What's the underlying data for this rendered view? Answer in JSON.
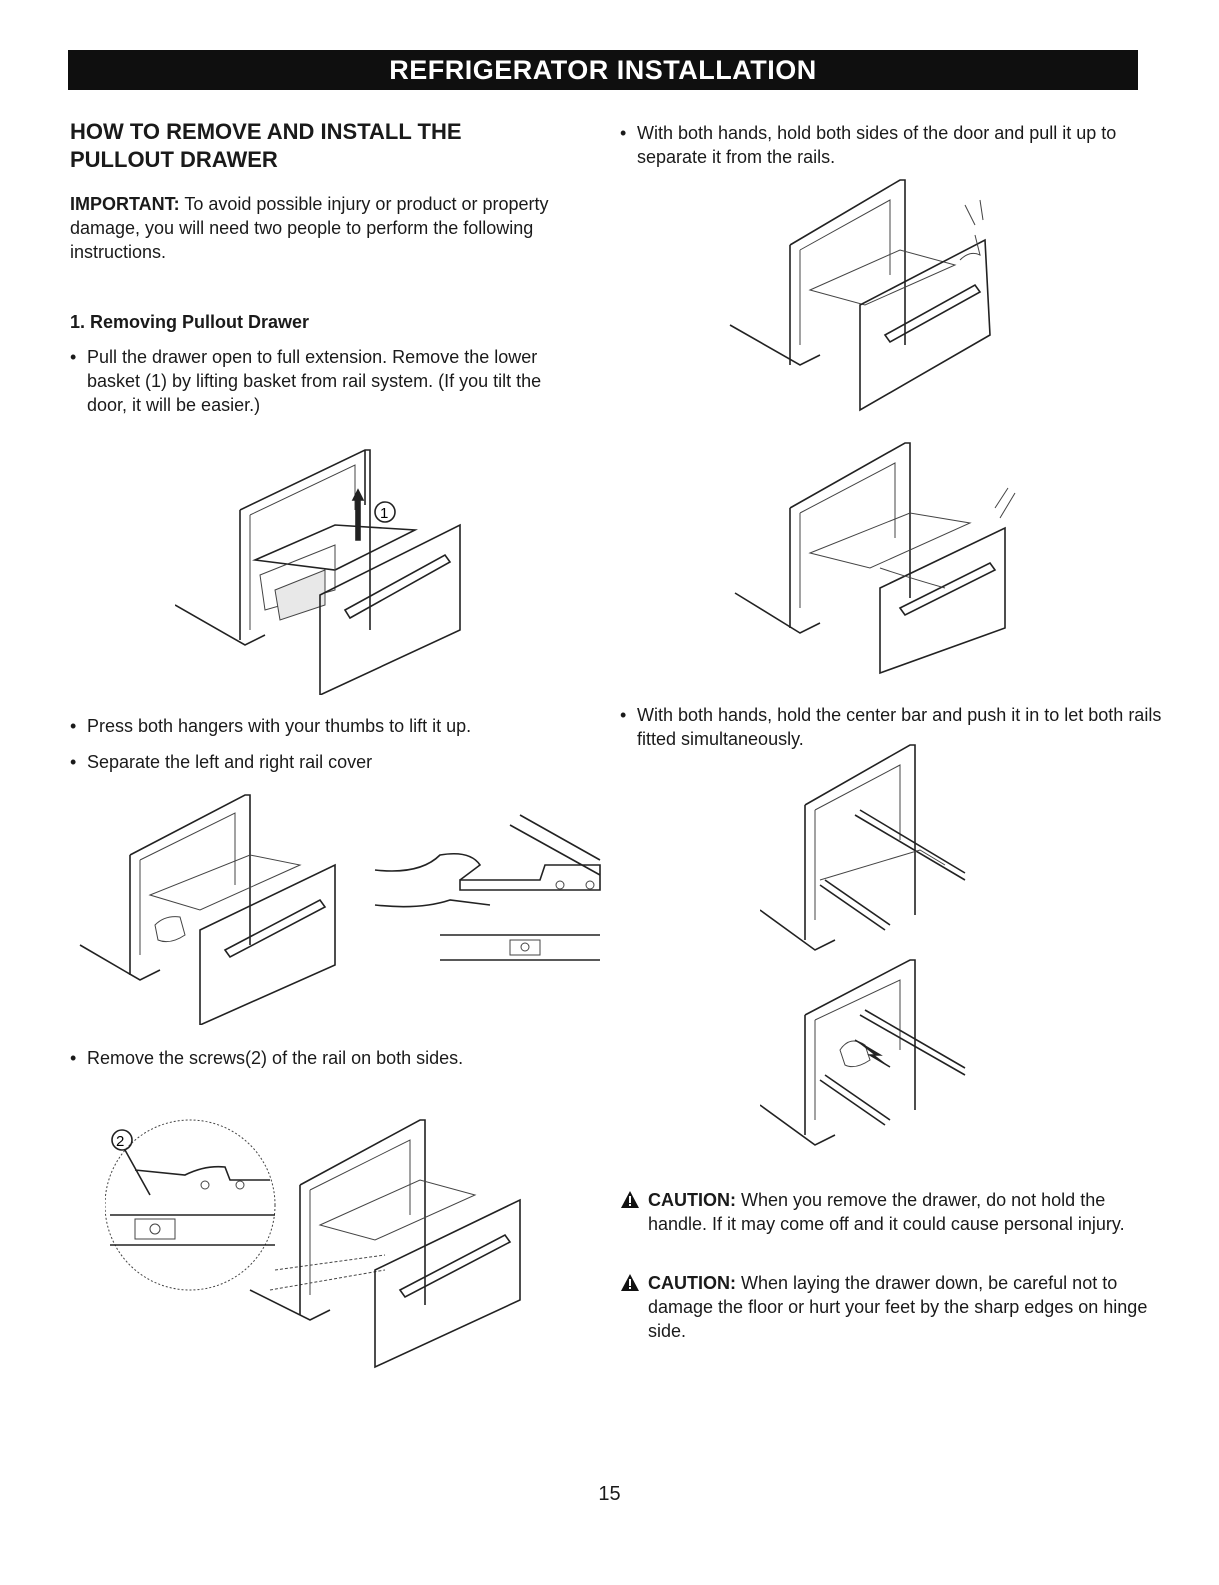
{
  "banner": "REFRIGERATOR INSTALLATION",
  "heading_line1": "HOW TO REMOVE AND INSTALL THE",
  "heading_line2": "PULLOUT DRAWER",
  "important_label": "IMPORTANT:",
  "important_text": " To avoid possible injury or product or property damage, you will need two people to perform the following instructions.",
  "step1_title": "1. Removing Pullout Drawer",
  "bullets_left": [
    "Pull the drawer open to full extension. Remove the lower basket (1) by lifting basket from rail system. (If you tilt the door, it will be easier.)",
    "Press both hangers with your thumbs to lift it up.",
    "Separate the left and right rail cover",
    "Remove the screws(2) of the rail on both sides."
  ],
  "bullets_right": [
    "With both hands, hold both sides of the door and pull it up to separate it from the rails.",
    "With both hands, hold the center bar and push it in to let both rails fitted simultaneously."
  ],
  "callout_1": "1",
  "callout_2": "2",
  "caution_label": "CAUTION:",
  "caution_1": " When you remove the drawer, do not hold the handle. If it may come off and it could cause personal injury.",
  "caution_2": " When laying the drawer down, be careful not to damage the floor or hurt your feet by the sharp edges on hinge side.",
  "page_number": "15",
  "icons": [
    "warning-triangle-icon"
  ]
}
